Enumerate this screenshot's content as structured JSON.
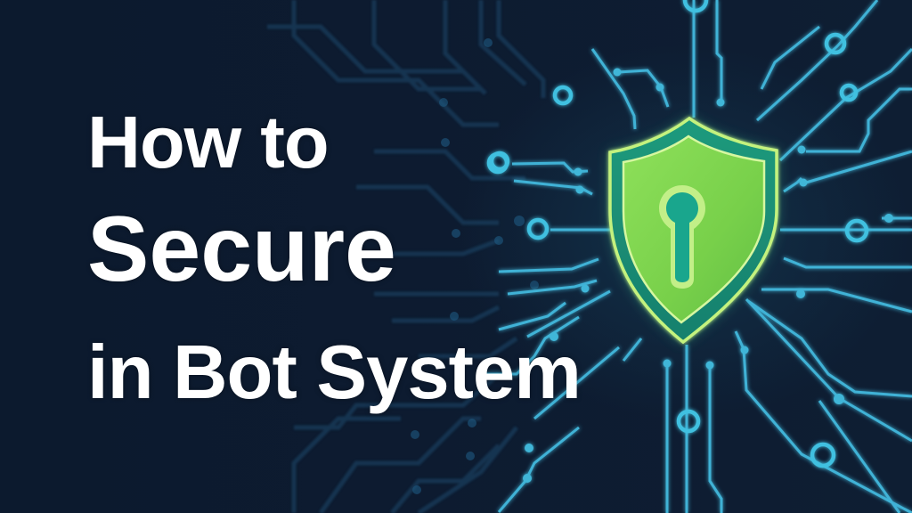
{
  "headline": {
    "line1": "How to",
    "line2": "Secure",
    "line3": "in Bot System"
  },
  "graphic": {
    "icon": "shield-keyhole-icon",
    "decoration": "circuit-board-traces"
  },
  "colors": {
    "background": "#0c1a2f",
    "text": "#ffffff",
    "shield_fill": "#7fd64e",
    "shield_border": "#1f8f7a",
    "shield_glow": "#c6f08a",
    "keyhole": "#17a58c",
    "circuit_bright": "#3fb6d8",
    "circuit_dim": "#1d4e72"
  }
}
